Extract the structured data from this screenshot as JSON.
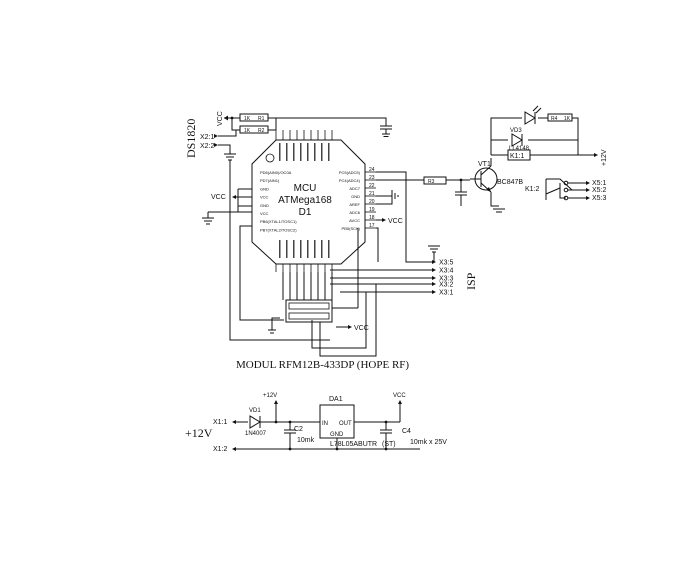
{
  "mcu": {
    "title": "MCU",
    "part": "ATMega168",
    "ref": "D1",
    "left_pins": [
      "PD6(AIN0)/OC0A",
      "PD7(AIN1)",
      "GND",
      "VCC",
      "GND",
      "VCC",
      "PB6(XTAL1/TOSC1)",
      "PB7(XTAL2/TOSC2)"
    ],
    "right_pins": [
      "PC5(ADC5)",
      "PC4(ADC4)",
      "ADC7",
      "GND",
      "AREF",
      "ADC6",
      "AVCC",
      "PB5(SCK)"
    ],
    "right_nums": [
      "24",
      "23",
      "22",
      "21",
      "20",
      "19",
      "18",
      "17"
    ]
  },
  "sensor": {
    "label": "DS1820",
    "x21": "X2:1",
    "x22": "X2:2"
  },
  "vcc": "VCC",
  "r_top": {
    "a": "1K",
    "b": "R1"
  },
  "r_bot": {
    "a": "1K",
    "b": "R2"
  },
  "relay": {
    "r_led": {
      "a": "R4",
      "b": "1K"
    },
    "vd3": "VD3",
    "vd3_part": "LL4148",
    "coil": "K1:1",
    "vt1": "VT1",
    "vt1_part": "BC847B",
    "r_base": "R3",
    "contact": "K1:2",
    "x5": [
      "X5:1",
      "X5:2",
      "X5:3"
    ],
    "supply": "+12V"
  },
  "isp": {
    "label": "ISP",
    "pins": [
      "X3:5",
      "X3:4",
      "X3:3",
      "X3:2",
      "X3:1"
    ]
  },
  "module": {
    "caption": "MODUL RFM12B-433DP (HOPE RF)",
    "vcc": "VCC"
  },
  "psu": {
    "big_label": "+12V",
    "x11": "X1:1",
    "x12": "X1:2",
    "vd1": "VD1",
    "vd1_part": "1N4007",
    "supply_in": "+12V",
    "c2": "C2",
    "c2_val": "10mk",
    "da1": "DA1",
    "in": "IN",
    "out": "OUT",
    "gnd": "GND",
    "reg": "L78L05ABUTR",
    "reg_pkg": "(ST)",
    "c4": "C4",
    "c4_val": "10mk x 25V",
    "vcc": "VCC"
  }
}
